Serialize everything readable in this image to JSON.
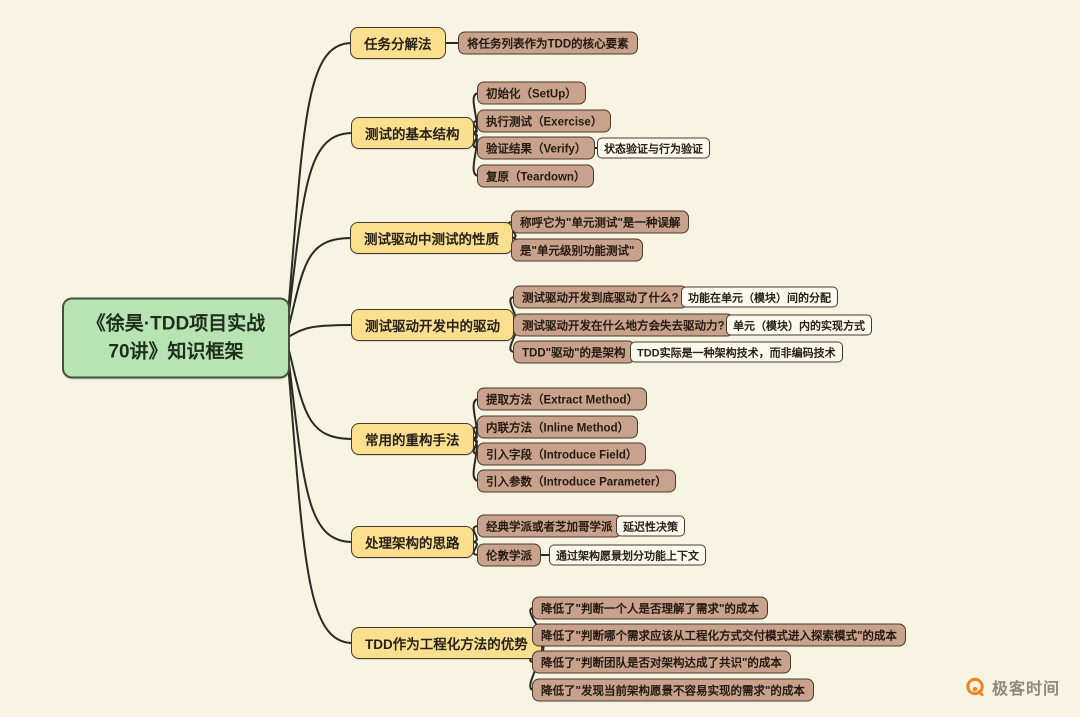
{
  "mindmap": {
    "root": {
      "label": "《徐昊·TDD项目实战\n70讲》知识框架"
    },
    "branches": [
      {
        "label": "任务分解法",
        "children": [
          {
            "label": "将任务列表作为TDD的核心要素"
          }
        ]
      },
      {
        "label": "测试的基本结构",
        "children": [
          {
            "label": "初始化（SetUp）"
          },
          {
            "label": "执行测试（Exercise）"
          },
          {
            "label": "验证结果（Verify）",
            "children": [
              {
                "label": "状态验证与行为验证"
              }
            ]
          },
          {
            "label": "复原（Teardown）"
          }
        ]
      },
      {
        "label": "测试驱动中测试的性质",
        "children": [
          {
            "label": "称呼它为\"单元测试\"是一种误解"
          },
          {
            "label": "是\"单元级别功能测试\""
          }
        ]
      },
      {
        "label": "测试驱动开发中的驱动",
        "children": [
          {
            "label": "测试驱动开发到底驱动了什么?",
            "children": [
              {
                "label": "功能在单元（模块）间的分配"
              }
            ]
          },
          {
            "label": "测试驱动开发在什么地方会失去驱动力?",
            "children": [
              {
                "label": "单元（模块）内的实现方式"
              }
            ]
          },
          {
            "label": "TDD\"驱动\"的是架构",
            "children": [
              {
                "label": "TDD实际是一种架构技术，而非编码技术"
              }
            ]
          }
        ]
      },
      {
        "label": "常用的重构手法",
        "children": [
          {
            "label": "提取方法（Extract Method）"
          },
          {
            "label": "内联方法（Inline Method）"
          },
          {
            "label": "引入字段（Introduce Field）"
          },
          {
            "label": "引入参数（Introduce Parameter）"
          }
        ]
      },
      {
        "label": "处理架构的思路",
        "children": [
          {
            "label": "经典学派或者芝加哥学派",
            "children": [
              {
                "label": "延迟性决策"
              }
            ]
          },
          {
            "label": "伦敦学派",
            "children": [
              {
                "label": "通过架构愿景划分功能上下文"
              }
            ]
          }
        ]
      },
      {
        "label": "TDD作为工程化方法的优势",
        "children": [
          {
            "label": "降低了\"判断一个人是否理解了需求\"的成本"
          },
          {
            "label": "降低了\"判断哪个需求应该从工程化方式交付模式进入探索模式\"的成本"
          },
          {
            "label": "降低了\"判断团队是否对架构达成了共识\"的成本"
          },
          {
            "label": "降低了\"发现当前架构愿景不容易实现的需求\"的成本"
          }
        ]
      }
    ]
  },
  "watermark": {
    "brand": "极客时间"
  },
  "colors": {
    "background": "#f8f4e4",
    "green": "#b8e3b2",
    "yellow": "#f9df8e",
    "tan": "#c8a28c",
    "white": "#fbf9ef",
    "edge": "#2b2a21",
    "border": "#473a28",
    "root_border": "#42503c",
    "root_text": "#1e2e1c",
    "tan_text": "#241a11",
    "text_dark": "#28211a",
    "brand_orange": "#ee8420",
    "brand_text": "#8f887c"
  }
}
